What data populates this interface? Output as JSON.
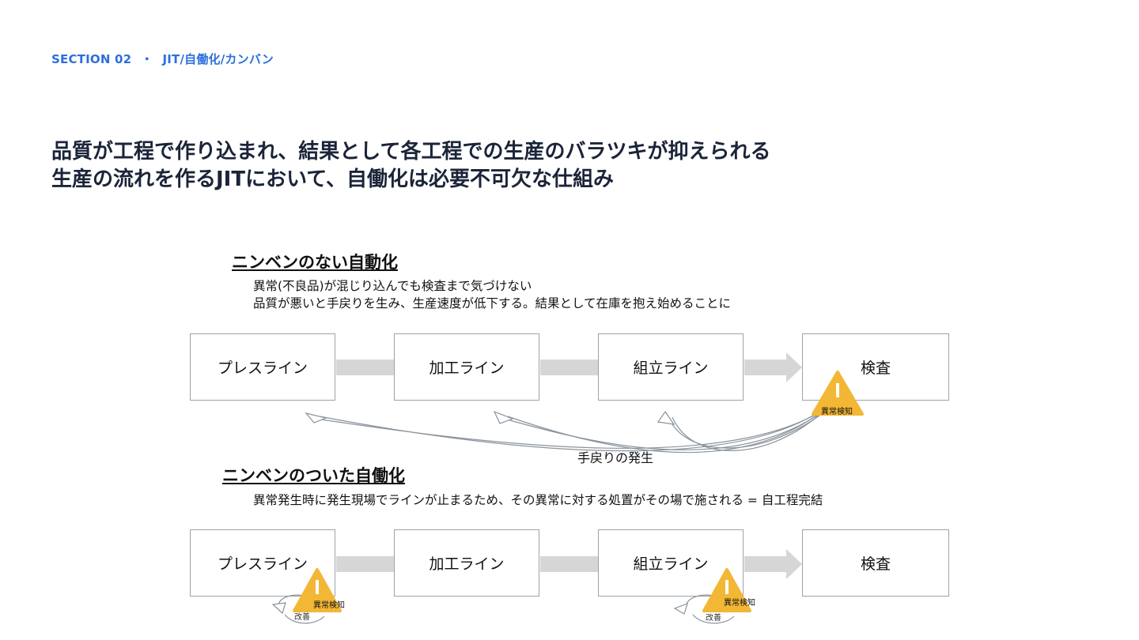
{
  "section": {
    "label": "SECTION 02",
    "separator": "・",
    "topic": "JIT/自働化/カンバン"
  },
  "headline": {
    "line1": "品質が工程で作り込まれ、結果として各工程での生産のバラツキが抑えられる",
    "line2": "生産の流れを作るJITにおいて、自働化は必要不可欠な仕組み"
  },
  "without_ninben": {
    "title": "ニンベンのない自動化",
    "desc1": "異常(不良品)が混じり込んでも検査まで気づけない",
    "desc2": "品質が悪いと手戻りを生み、生産速度が低下する。結果として在庫を抱え始めることに",
    "steps": [
      "プレスライン",
      "加工ライン",
      "組立ライン",
      "検査"
    ],
    "warning_label": "異常検知",
    "rework_label": "手戻りの発生"
  },
  "with_ninben": {
    "title": "ニンベンのついた自働化",
    "desc": "異常発生時に発生現場でラインが止まるため、その異常に対する処置がその場で施される = 自工程完結",
    "steps": [
      "プレスライン",
      "加工ライン",
      "組立ライン",
      "検査"
    ],
    "warning_label": "異常検知",
    "improve_label": "改善"
  },
  "colors": {
    "accent": "#2d6fdc",
    "warning": "#f2b735",
    "box_border": "#9aa3ab",
    "flow_bar": "#d6d6d6",
    "headline": "#1b2438"
  }
}
